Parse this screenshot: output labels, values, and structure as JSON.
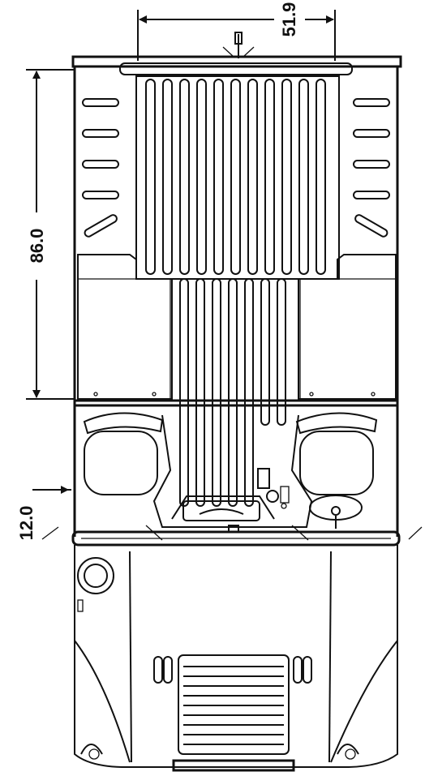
{
  "dimensions": {
    "width_top": "51.9",
    "cargo_length": "86.0",
    "tailgate_offset": "12.0"
  }
}
